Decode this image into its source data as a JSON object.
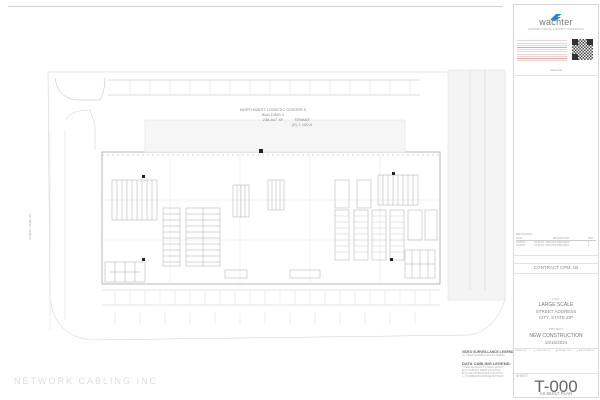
{
  "drawing": {
    "building_label_line1": "NORTHWEST LOGISTIC CENTER 5",
    "building_label_line2": "BUILDING 1",
    "building_label_line3": "238,847 SF",
    "callout_label": "TENANT",
    "callout_sub": "(E) 1 100 A",
    "street_label": "STREET NAME RD",
    "watermark": "NETWORK CABLING INC"
  },
  "title_block": {
    "logo_text": "wachter",
    "logo_sub": "NETWORK CABLING & SECURITY INTEGRATION",
    "stamp_label": "SEALED",
    "revisions_title": "REVISIONS",
    "revisions_headers": [
      "DATE",
      "DESCRIPTION",
      "REV"
    ],
    "revisions_rows": [
      [
        "00/00/00",
        "AS-BUILT UPDATES PER FIELD",
        "1"
      ],
      [
        "00/00/00",
        "AS-BUILT UPDATES PER FIELD",
        "2"
      ]
    ],
    "contract_label": "CONTRACT CPM: 1B",
    "client_label": "FOR:",
    "client_name": "LARGE SCALE",
    "client_address": "STREET ADDRESS",
    "client_city": "CITY, STATE ZIP",
    "project_label": "PROJECT",
    "project_name": "NEW CONSTRUCTION",
    "project_date": "10/15/2024",
    "info_headers": [
      "DRAWN BY",
      "CHECKED BY",
      "PROJECT NO.",
      "APPROVED BY"
    ],
    "sheet_label": "SHEET:",
    "sheet_number": "T-000",
    "sheet_title": "AS-BUILT PLAN"
  },
  "legend": {
    "video_title": "VIDEO SURVEILLANCE LEGEND:",
    "video_items": [
      "(X) VIDEO SURVEILLANCE CAMERA"
    ],
    "data_title": "DATA CABLING LEGEND:",
    "data_items": [
      "CABLING DROP TO WALL MOUNT",
      "(X) CABLING DROP LOCATION",
      "(X) NETWORK RACK LOCATION",
      "(X) FIBER BACKBONE PATHWAY"
    ]
  }
}
